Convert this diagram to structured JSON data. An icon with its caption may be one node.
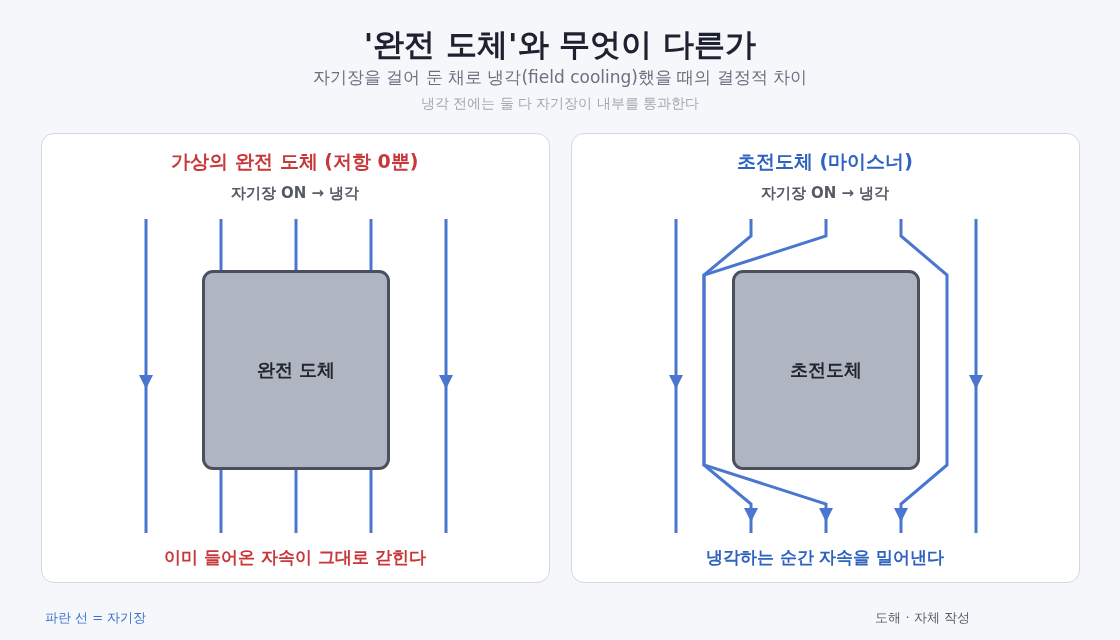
{
  "diagram": {
    "title": "'완전 도체'와 무엇이 다른가",
    "nodes": [
      {
        "text": [
          "가상의 완전 도체 (저항 0뿐)",
          "자기장 ON → 냉각",
          "이미 들어온 자속이 그대로 갇힌다"
        ]
      },
      {
        "text": [
          "완전 도체"
        ],
        "in": 0
      },
      {
        "text": [
          "초전도체 (마이스너)",
          "자기장 ON → 냉각",
          "냉각하는 순간 자속을 밀어낸다"
        ]
      },
      {
        "text": [
          "초전도체"
        ],
        "in": 2
      }
    ],
    "labels": [
      "자기장을 걸어 둔 채로 냉각(field cooling)했을 때의 결정적 차이",
      "냉각 전에는 둘 다 자기장이 내부를 통과한다",
      "파란 선 = 자기장",
      "도해 · 자체 작성"
    ]
  }
}
